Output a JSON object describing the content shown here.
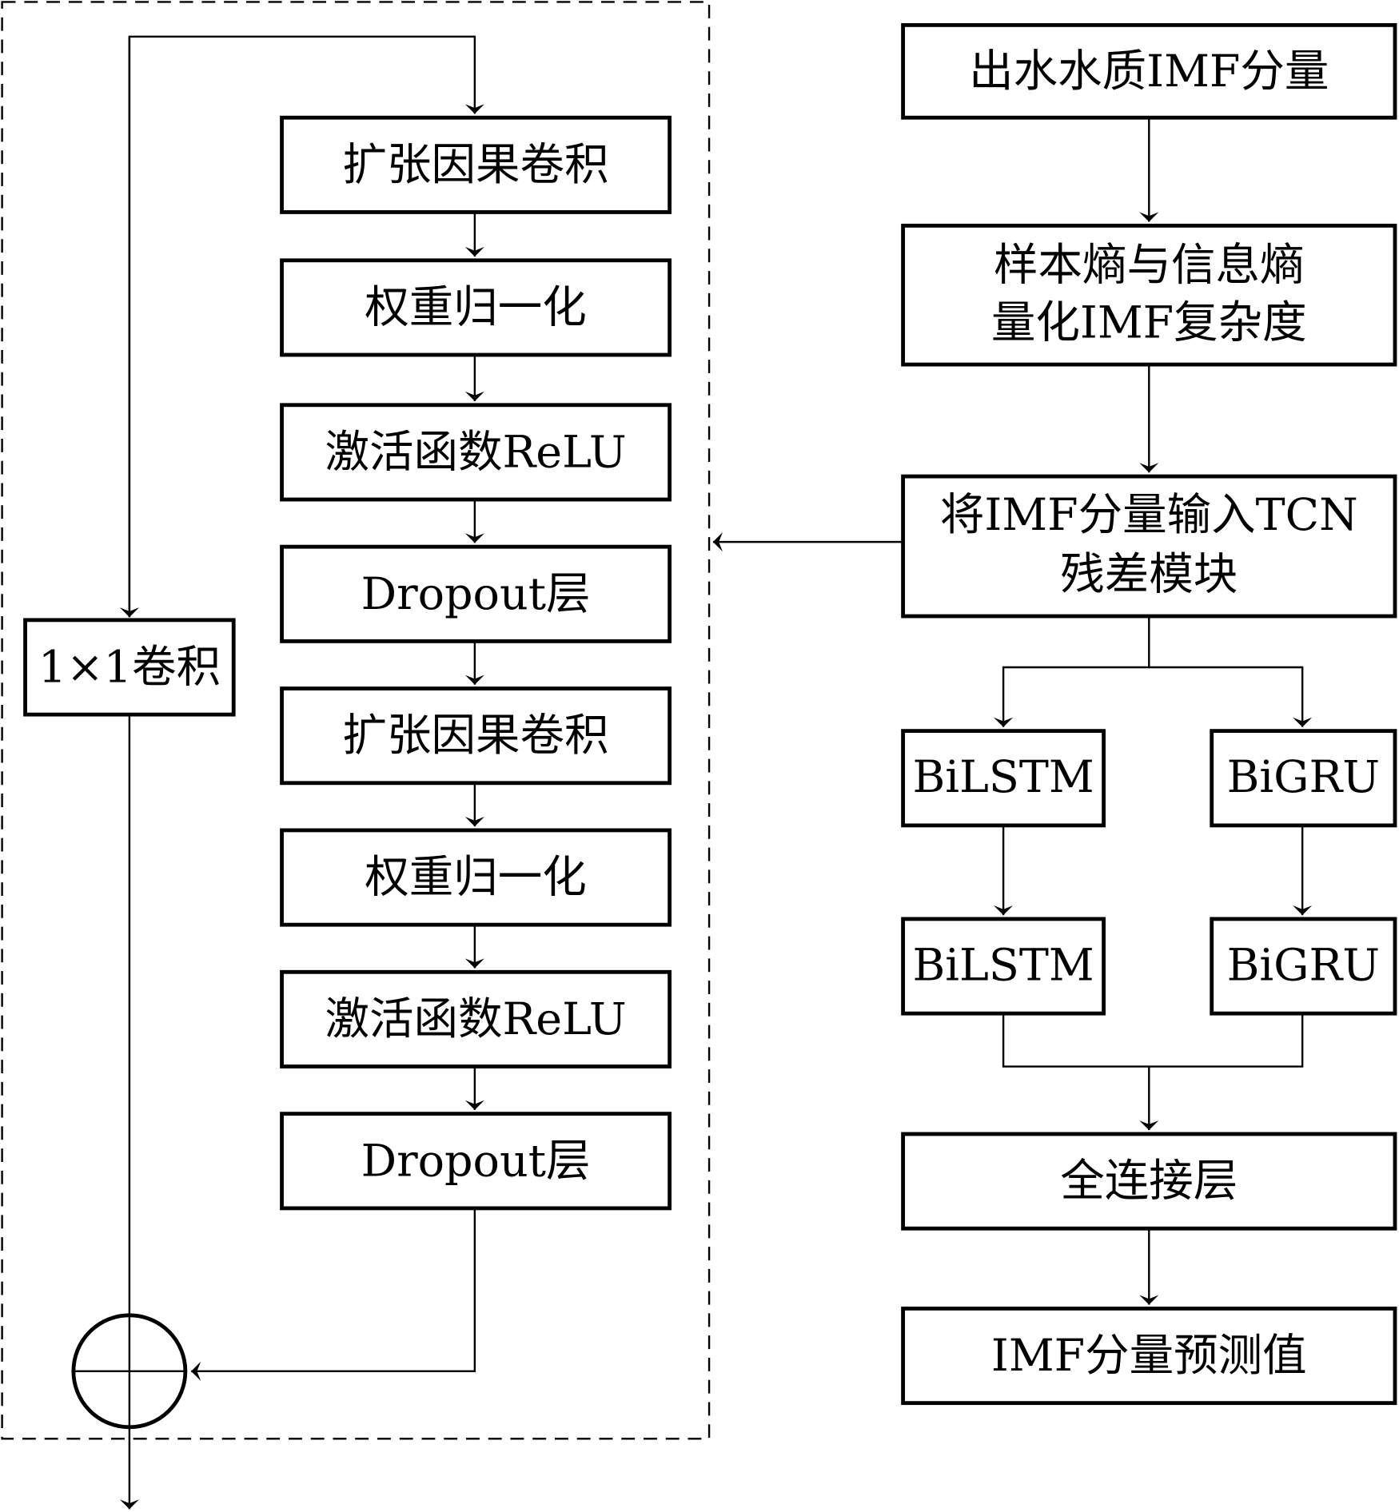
{
  "diagram": {
    "tcn_block": {
      "skip_conv": "1×1卷积",
      "layers": [
        "扩张因果卷积",
        "权重归一化",
        "激活函数ReLU",
        "Dropout层",
        "扩张因果卷积",
        "权重归一化",
        "激活函数ReLU",
        "Dropout层"
      ],
      "sum_symbol": "⊕"
    },
    "pipeline": {
      "input": "出水水质IMF分量",
      "entropy_line1": "样本熵与信息熵",
      "entropy_line2": "量化IMF复杂度",
      "tcn_line1": "将IMF分量输入TCN",
      "tcn_line2": "残差模块",
      "left_branch": [
        "BiLSTM",
        "BiLSTM"
      ],
      "right_branch": [
        "BiGRU",
        "BiGRU"
      ],
      "dense": "全连接层",
      "output": "IMF分量预测值"
    }
  }
}
